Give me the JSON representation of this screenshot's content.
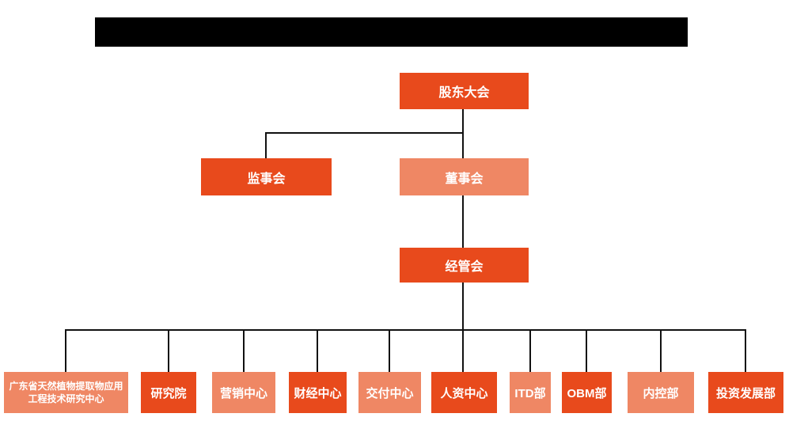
{
  "diagram": {
    "type": "org-chart",
    "header": {
      "redacted": true,
      "text": ""
    },
    "colors": {
      "primary_dark": "#e84a1c",
      "primary_light": "#ef8764",
      "connector": "#111111",
      "text": "#ffffff",
      "background": "#ffffff"
    },
    "nodes": {
      "shareholders_meeting": {
        "label": "股东大会",
        "level": 1,
        "variant": "dark"
      },
      "supervisory_board": {
        "label": "监事会",
        "level": 2,
        "variant": "dark"
      },
      "board_of_directors": {
        "label": "董事会",
        "level": 2,
        "variant": "light"
      },
      "management_committee": {
        "label": "经管会",
        "level": 3,
        "variant": "dark"
      },
      "gd_research_center": {
        "label": "广东省天然植物提取物应用工程技术研究中心",
        "level": 4,
        "variant": "light"
      },
      "research_institute": {
        "label": "研究院",
        "level": 4,
        "variant": "dark"
      },
      "marketing_center": {
        "label": "营销中心",
        "level": 4,
        "variant": "light"
      },
      "finance_center": {
        "label": "财经中心",
        "level": 4,
        "variant": "dark"
      },
      "delivery_center": {
        "label": "交付中心",
        "level": 4,
        "variant": "light"
      },
      "hr_center": {
        "label": "人资中心",
        "level": 4,
        "variant": "dark"
      },
      "itd_department": {
        "label": "ITD部",
        "level": 4,
        "variant": "light"
      },
      "obm_department": {
        "label": "OBM部",
        "level": 4,
        "variant": "dark"
      },
      "internal_control_dept": {
        "label": "内控部",
        "level": 4,
        "variant": "light"
      },
      "investment_dev_dept": {
        "label": "投资发展部",
        "level": 4,
        "variant": "dark"
      }
    },
    "edges": [
      {
        "from": "shareholders_meeting",
        "to": "supervisory_board"
      },
      {
        "from": "shareholders_meeting",
        "to": "board_of_directors"
      },
      {
        "from": "board_of_directors",
        "to": "management_committee"
      },
      {
        "from": "management_committee",
        "to": "gd_research_center"
      },
      {
        "from": "management_committee",
        "to": "research_institute"
      },
      {
        "from": "management_committee",
        "to": "marketing_center"
      },
      {
        "from": "management_committee",
        "to": "finance_center"
      },
      {
        "from": "management_committee",
        "to": "delivery_center"
      },
      {
        "from": "management_committee",
        "to": "hr_center"
      },
      {
        "from": "management_committee",
        "to": "itd_department"
      },
      {
        "from": "management_committee",
        "to": "obm_department"
      },
      {
        "from": "management_committee",
        "to": "internal_control_dept"
      },
      {
        "from": "management_committee",
        "to": "investment_dev_dept"
      }
    ]
  }
}
